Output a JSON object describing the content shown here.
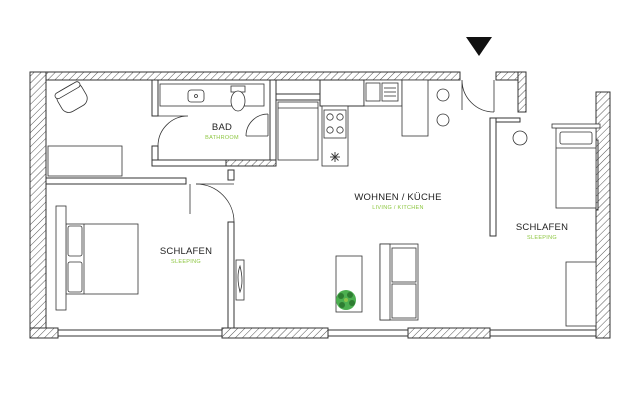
{
  "rooms": {
    "bath": {
      "name": "BAD",
      "sub": "BATHROOM"
    },
    "living": {
      "name": "WOHNEN / KÜCHE",
      "sub": "LIVING / KITCHEN"
    },
    "sleep_left": {
      "name": "SCHLAFEN",
      "sub": "SLEEPING"
    },
    "sleep_right": {
      "name": "SCHLAFEN",
      "sub": "SLEEPING"
    }
  },
  "colors": {
    "wall": "#333333",
    "hatch": "#555555",
    "furniture": "#333333",
    "accent_green": "#8cc63f",
    "plant": "#4caf50"
  },
  "icons": {
    "entrance": "entrance-arrow-icon",
    "plant": "plant-icon",
    "stove": "stove-icon",
    "sink": "sink-icon",
    "toilet": "toilet-icon"
  }
}
